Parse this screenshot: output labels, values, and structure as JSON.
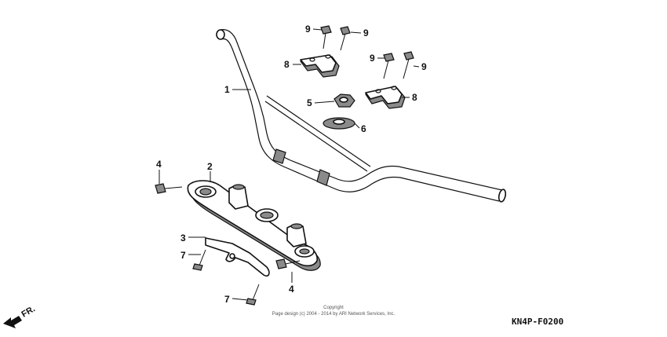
{
  "callouts": [
    "1",
    "2",
    "3",
    "4",
    "4",
    "5",
    "6",
    "7",
    "7",
    "8",
    "8",
    "9",
    "9",
    "9",
    "9"
  ],
  "copyright": {
    "line1": "Copyright",
    "line2": "Page design (c) 2004 - 2014 by ARI Network Services, Inc."
  },
  "front_label": "FR.",
  "diagram_code": "KN4P-F0200",
  "colors": {
    "ink": "#111111",
    "shade": "#8a8a8a",
    "background": "#ffffff"
  }
}
